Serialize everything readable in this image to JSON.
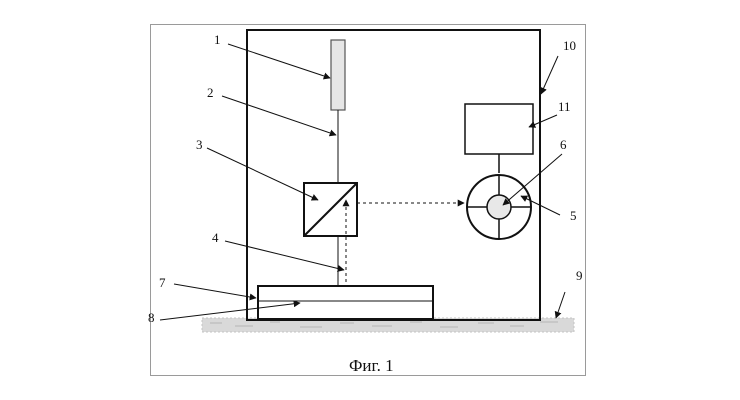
{
  "figure": {
    "caption": "Фиг. 1",
    "callouts": [
      "1",
      "2",
      "3",
      "4",
      "5",
      "6",
      "7",
      "8",
      "9",
      "10",
      "11"
    ]
  },
  "colors": {
    "line": "#111111",
    "frame": "#9a9a9a",
    "rod_fill": "#e6e6e6",
    "ground": "#d8d8d8"
  }
}
